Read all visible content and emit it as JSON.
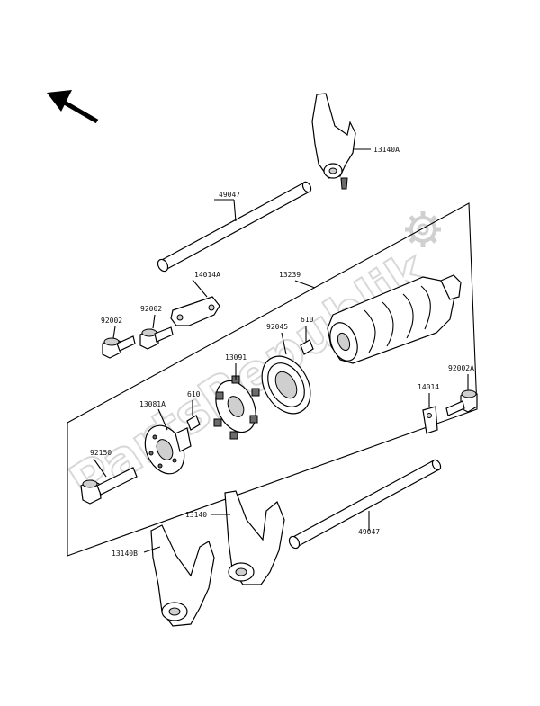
{
  "watermark": "PartsRepublik",
  "labels": {
    "fork_a": "13140A",
    "rod_upper": "49047",
    "plate": "14014A",
    "drum": "13239",
    "bolt_left": "92002",
    "bolt_mid": "92002",
    "bearing": "92045",
    "pin_right": "610",
    "star": "13091",
    "cam_plate": "13081A",
    "pin_left": "610",
    "bolt_right": "92002A",
    "small_plate": "14014",
    "long_bolt": "92150",
    "fork_mid": "13140",
    "fork_b": "13140B",
    "rod_lower": "49047"
  }
}
